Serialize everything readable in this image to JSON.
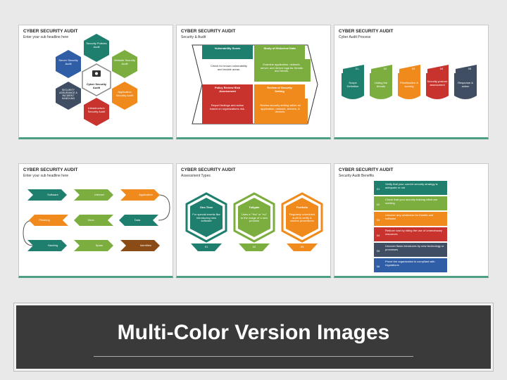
{
  "slides": {
    "s1": {
      "title": "CYBER SECURITY AUDIT",
      "subtitle": "Enter your sub headline here",
      "center": "Cyber Security Audit",
      "items": [
        "Security Policies Audit",
        "Website Security Audit",
        "Application Security Audit",
        "Infrastructure Security Audit",
        "SECURITY ASSURANCE & INCIDENT HANDLING",
        "Server Security Audit"
      ]
    },
    "s2": {
      "title": "CYBER SECURITY AUDIT",
      "subtitle": "Security & Audit",
      "boxes": [
        {
          "head": "Vulnerability Scans",
          "body": "Check for known vulnerability and trouble areas."
        },
        {
          "head": "Study of Historical Data",
          "body": "Examine application, network, server, and device logs for threats and trends."
        },
        {
          "head": "Policy Review Risk Assessment",
          "body": "Report findings and action based on organizations risk."
        },
        {
          "head": "Review of Security Setting",
          "body": "Review security setting within all application, network, servers, & devices."
        }
      ]
    },
    "s3": {
      "title": "CYBER SECURITY AUDIT",
      "subtitle": "Cyber Audit Process",
      "steps": [
        {
          "num": "01",
          "label": "Scope Definition"
        },
        {
          "num": "02",
          "label": "Listing the threats"
        },
        {
          "num": "03",
          "label": "Prioritization & scoring"
        },
        {
          "num": "04",
          "label": "Security posture assessment"
        },
        {
          "num": "05",
          "label": "Response & action"
        }
      ]
    },
    "s4": {
      "title": "CYBER SECURITY AUDIT",
      "subtitle": "Enter your sub headline here",
      "row1": [
        "Software",
        "Internet",
        "Application"
      ],
      "row2": [
        "Phishing",
        "Virus",
        "Data"
      ],
      "row3": [
        "Hacking",
        "Spam",
        "Identities"
      ]
    },
    "s5": {
      "title": "CYBER SECURITY AUDIT",
      "subtitle": "Assessment Types",
      "types": [
        {
          "head": "One-Time",
          "body": "For special events like introducing new software",
          "num": "01"
        },
        {
          "head": "Tollgate",
          "body": "Uses a \"Yes\" or \"no\" to the usage of a new process",
          "num": "02"
        },
        {
          "head": "Portfolio",
          "body": "Regularly scheduled audit to verify & assess procedures",
          "num": "03"
        }
      ]
    },
    "s6": {
      "title": "CYBER SECURITY AUDIT",
      "subtitle": "Security Audit Benefits",
      "benefits": [
        {
          "num": "01",
          "text": "Verify that your current security strategy is adequate or not"
        },
        {
          "num": "02",
          "text": "Check that your security training effort are working"
        },
        {
          "num": "03",
          "text": "Uncover any weakness for threats and software"
        },
        {
          "num": "04",
          "text": "Reduce cost by riding the use of unnecessary resources"
        },
        {
          "num": "05",
          "text": "Uncover flaws introduces by new technology or processes"
        },
        {
          "num": "06",
          "text": "Prove the organization is compliant with regulations"
        }
      ]
    }
  },
  "banner": {
    "title": "Multi-Color Version Images"
  },
  "colors": {
    "teal": "#1f7f6e",
    "green": "#7cae3f",
    "orange": "#f08a1c",
    "red": "#c8332d",
    "slate": "#3f4e63",
    "blue": "#2f5da6",
    "brown": "#8a4b16"
  }
}
